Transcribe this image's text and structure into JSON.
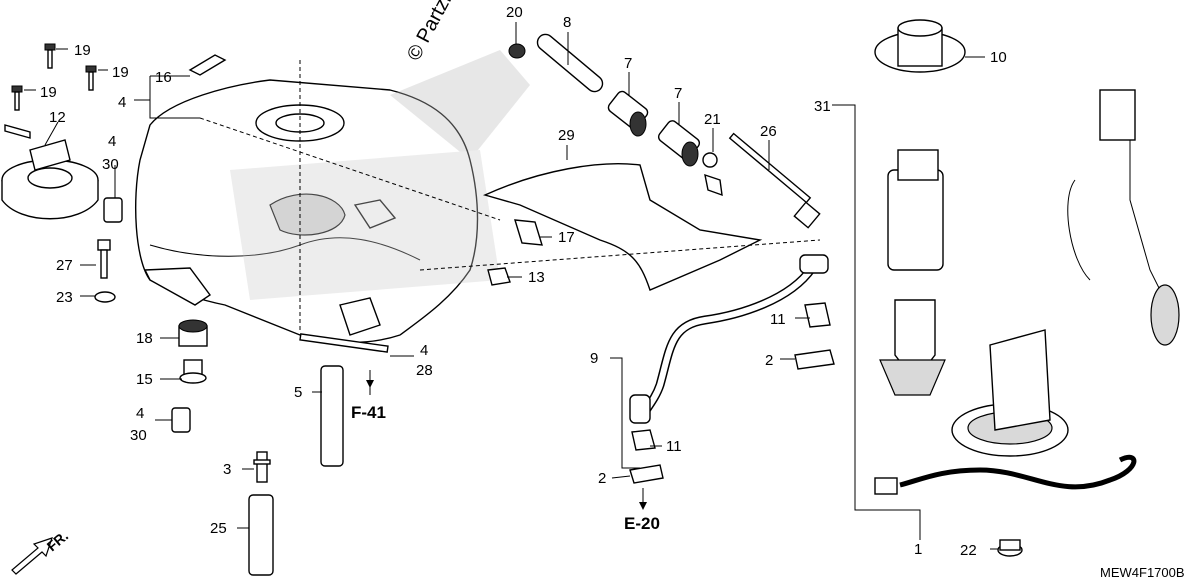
{
  "labels": {
    "l19a": "19",
    "l19b": "19",
    "l19c": "19",
    "l16": "16",
    "l4a": "4",
    "l12": "12",
    "l4b": "4",
    "l30a": "30",
    "l27": "27",
    "l23": "23",
    "l18": "18",
    "l15": "15",
    "l4c": "4",
    "l30b": "30",
    "l20": "20",
    "l8": "8",
    "l7a": "7",
    "l7b": "7",
    "l29": "29",
    "l21": "21",
    "l26": "26",
    "l17": "17",
    "l13": "13",
    "l4d": "4",
    "l28": "28",
    "l5": "5",
    "l3": "3",
    "l25": "25",
    "l9": "9",
    "l11a": "11",
    "l11b": "11",
    "l2a": "2",
    "l2b": "2",
    "l10": "10",
    "l31": "31",
    "l1": "1",
    "l22": "22"
  },
  "refs": {
    "f41": "F-41",
    "e20": "E-20"
  },
  "front_arrow": "FR.",
  "watermark": "© Partzilla.com",
  "diagram_code": "MEW4F1700B"
}
